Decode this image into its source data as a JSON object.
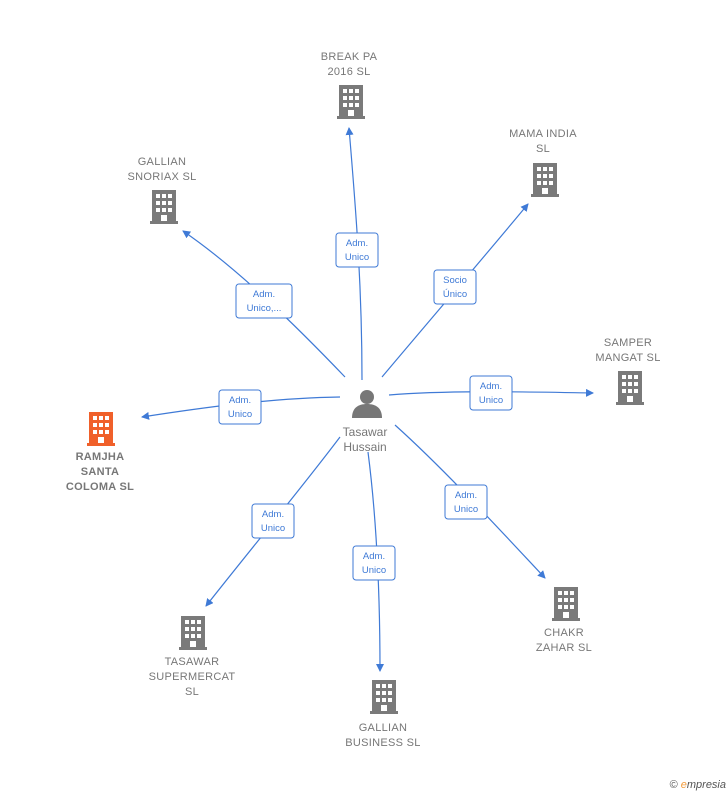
{
  "center": {
    "name_line1": "Tasawar",
    "name_line2": "Hussain"
  },
  "companies": [
    {
      "id": "break",
      "lines": [
        "BREAK PA",
        "2016  SL"
      ],
      "highlight": false
    },
    {
      "id": "mama",
      "lines": [
        "MAMA INDIA",
        "SL"
      ],
      "highlight": false
    },
    {
      "id": "gallian-snoriax",
      "lines": [
        "GALLIAN",
        "SNORIAX SL"
      ],
      "highlight": false
    },
    {
      "id": "samper",
      "lines": [
        "SAMPER",
        "MANGAT  SL"
      ],
      "highlight": false
    },
    {
      "id": "ramjha",
      "lines": [
        "RAMJHA",
        "SANTA",
        "COLOMA  SL"
      ],
      "highlight": true
    },
    {
      "id": "tasawar",
      "lines": [
        "TASAWAR",
        "SUPERMERCAT",
        "SL"
      ],
      "highlight": false
    },
    {
      "id": "gallian-business",
      "lines": [
        "GALLIAN",
        "BUSINESS  SL"
      ],
      "highlight": false
    },
    {
      "id": "chakr",
      "lines": [
        "CHAKR",
        "ZAHAR  SL"
      ],
      "highlight": false
    }
  ],
  "edges": [
    {
      "to": "break",
      "lines": [
        "Adm.",
        "Unico"
      ]
    },
    {
      "to": "mama",
      "lines": [
        "Socio",
        "Único"
      ]
    },
    {
      "to": "gallian-snoriax",
      "lines": [
        "Adm.",
        "Unico,..."
      ]
    },
    {
      "to": "samper",
      "lines": [
        "Adm.",
        "Unico"
      ]
    },
    {
      "to": "ramjha",
      "lines": [
        "Adm.",
        "Unico"
      ]
    },
    {
      "to": "tasawar",
      "lines": [
        "Adm.",
        "Unico"
      ]
    },
    {
      "to": "gallian-business",
      "lines": [
        "Adm.",
        "Unico"
      ]
    },
    {
      "to": "chakr",
      "lines": [
        "Adm.",
        "Unico"
      ]
    }
  ],
  "colors": {
    "edge": "#3f7ad6",
    "building": "#7a7a7a",
    "building_highlight": "#f0602a",
    "person": "#777777"
  },
  "footer": {
    "copyright": "©",
    "brand_first": "e",
    "brand_rest": "mpresia"
  }
}
